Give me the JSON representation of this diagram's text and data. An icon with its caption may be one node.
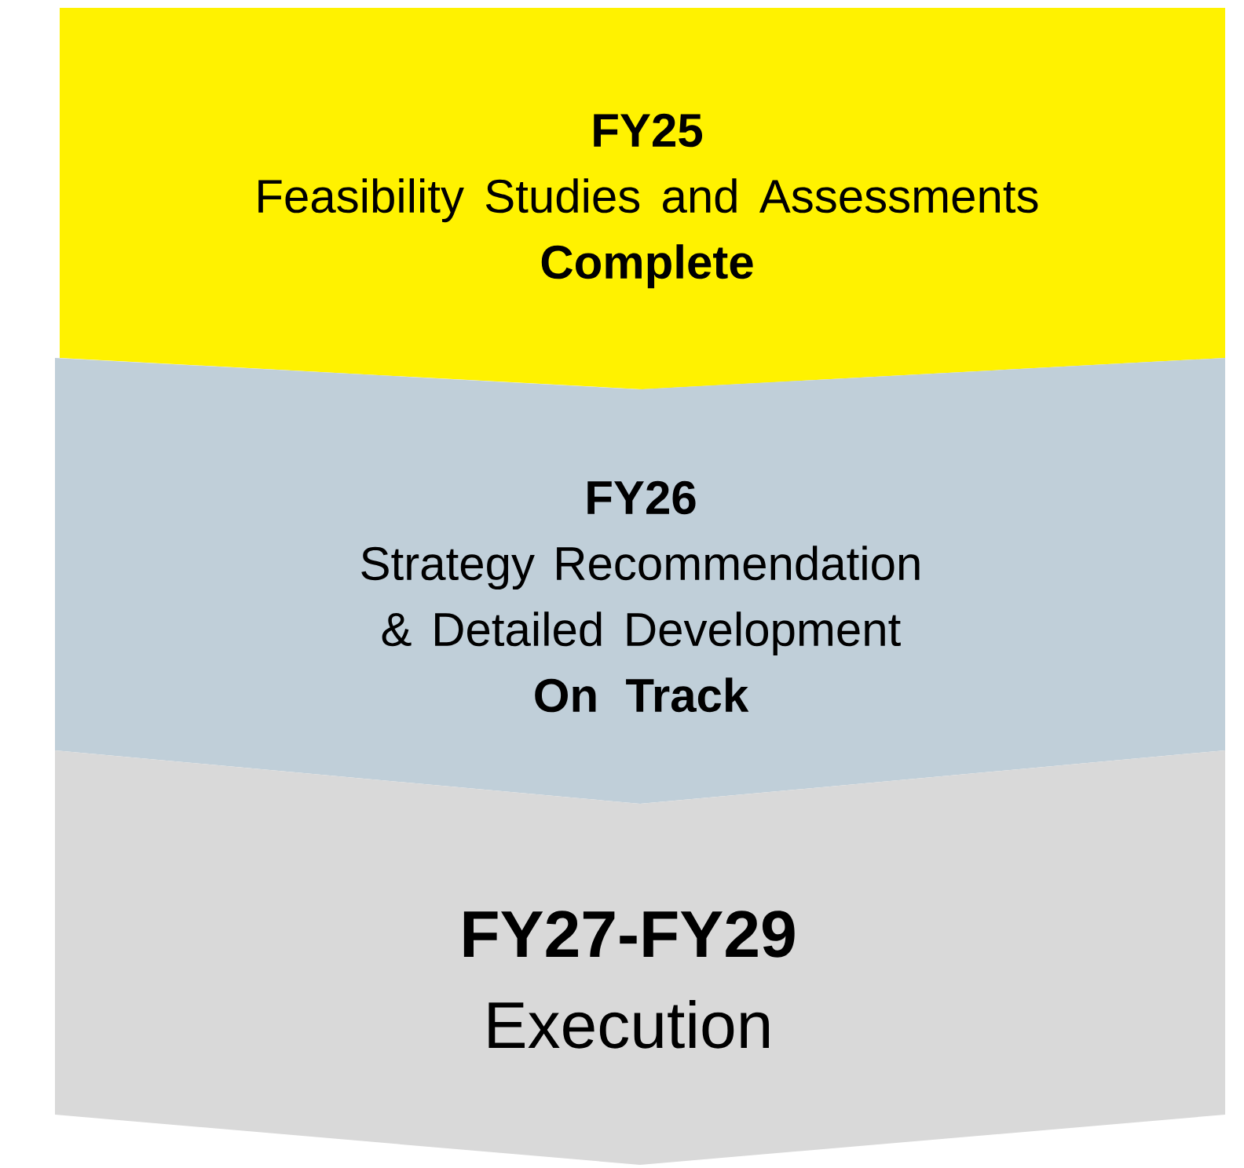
{
  "diagram": {
    "nodes": [
      {
        "text": [
          "FY25",
          "Feasibility Studies and Assessments",
          "Complete"
        ]
      },
      {
        "text": [
          "FY26",
          "Strategy Recommendation & Detailed Development",
          "On Track"
        ]
      },
      {
        "text": [
          "FY27-FY29",
          "Execution"
        ]
      }
    ]
  }
}
